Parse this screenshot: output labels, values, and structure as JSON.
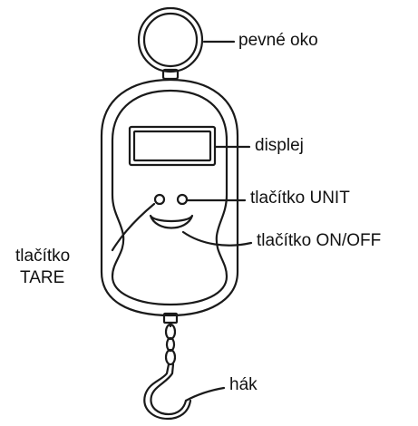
{
  "labels": {
    "eye": "pevné oko",
    "display": "displej",
    "unit_button": "tlačítko UNIT",
    "onoff_button": "tlačítko ON/OFF",
    "tare_line1": "tlačítko",
    "tare_line2": "TARE",
    "hook": "hák"
  },
  "colors": {
    "stroke": "#1a1a1a",
    "background": "#ffffff"
  }
}
